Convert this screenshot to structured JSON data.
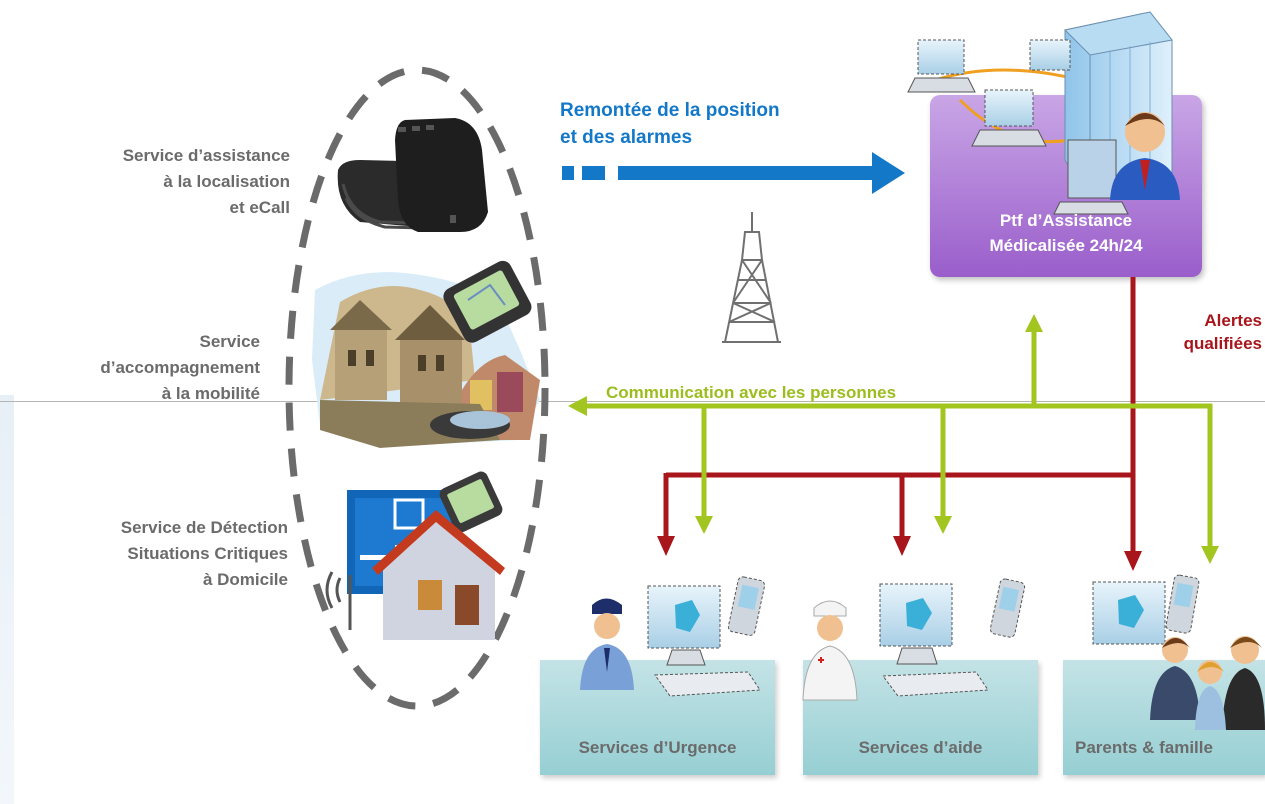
{
  "left_services": [
    {
      "lines": [
        "Service d’assistance",
        "à la localisation",
        "et eCall"
      ]
    },
    {
      "lines": [
        "Service",
        "d’accompagnement",
        "à la mobilité"
      ]
    },
    {
      "lines": [
        "Service de Détection",
        "Situations Critiques",
        "à Domicile"
      ]
    }
  ],
  "upstream_label": [
    "Remontée de la position",
    "et des alarmes"
  ],
  "platform_label": [
    "Ptf d’Assistance",
    "Médicalisée 24h/24"
  ],
  "alerts_label": [
    "Alertes",
    "qualifiées"
  ],
  "communication_label": "Communication avec les personnes",
  "recipients": [
    {
      "label": "Services d’Urgence"
    },
    {
      "label": "Services d’aide"
    },
    {
      "label": "Parents & famille"
    }
  ],
  "colors": {
    "blue_arrow": "#1478c8",
    "red_arrow": "#a8151b",
    "green_arrow": "#a2c520",
    "platform_box": "#a86fd6",
    "recipient_box": "#a8d8dc",
    "ellipse": "#6b6b6b"
  }
}
